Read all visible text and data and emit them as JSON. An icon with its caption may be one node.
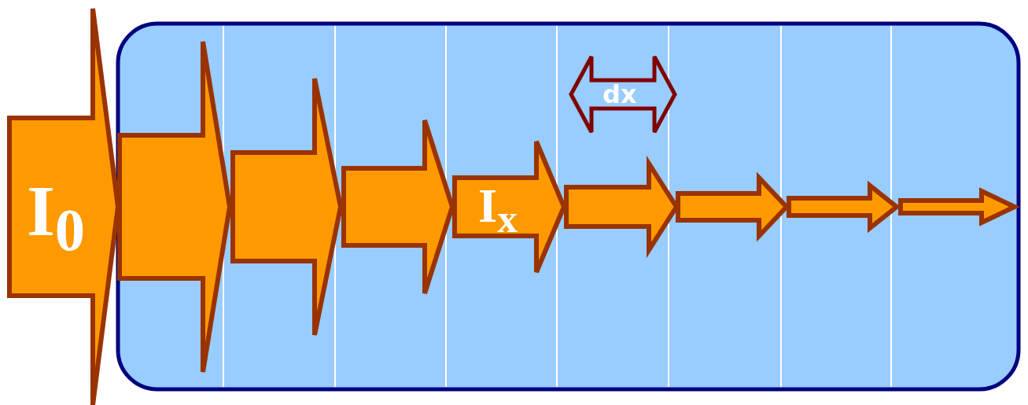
{
  "diagram": {
    "labels": [
      "I$_{0}$",
      "I$_{x}$",
      "dx"
    ]
  }
}
